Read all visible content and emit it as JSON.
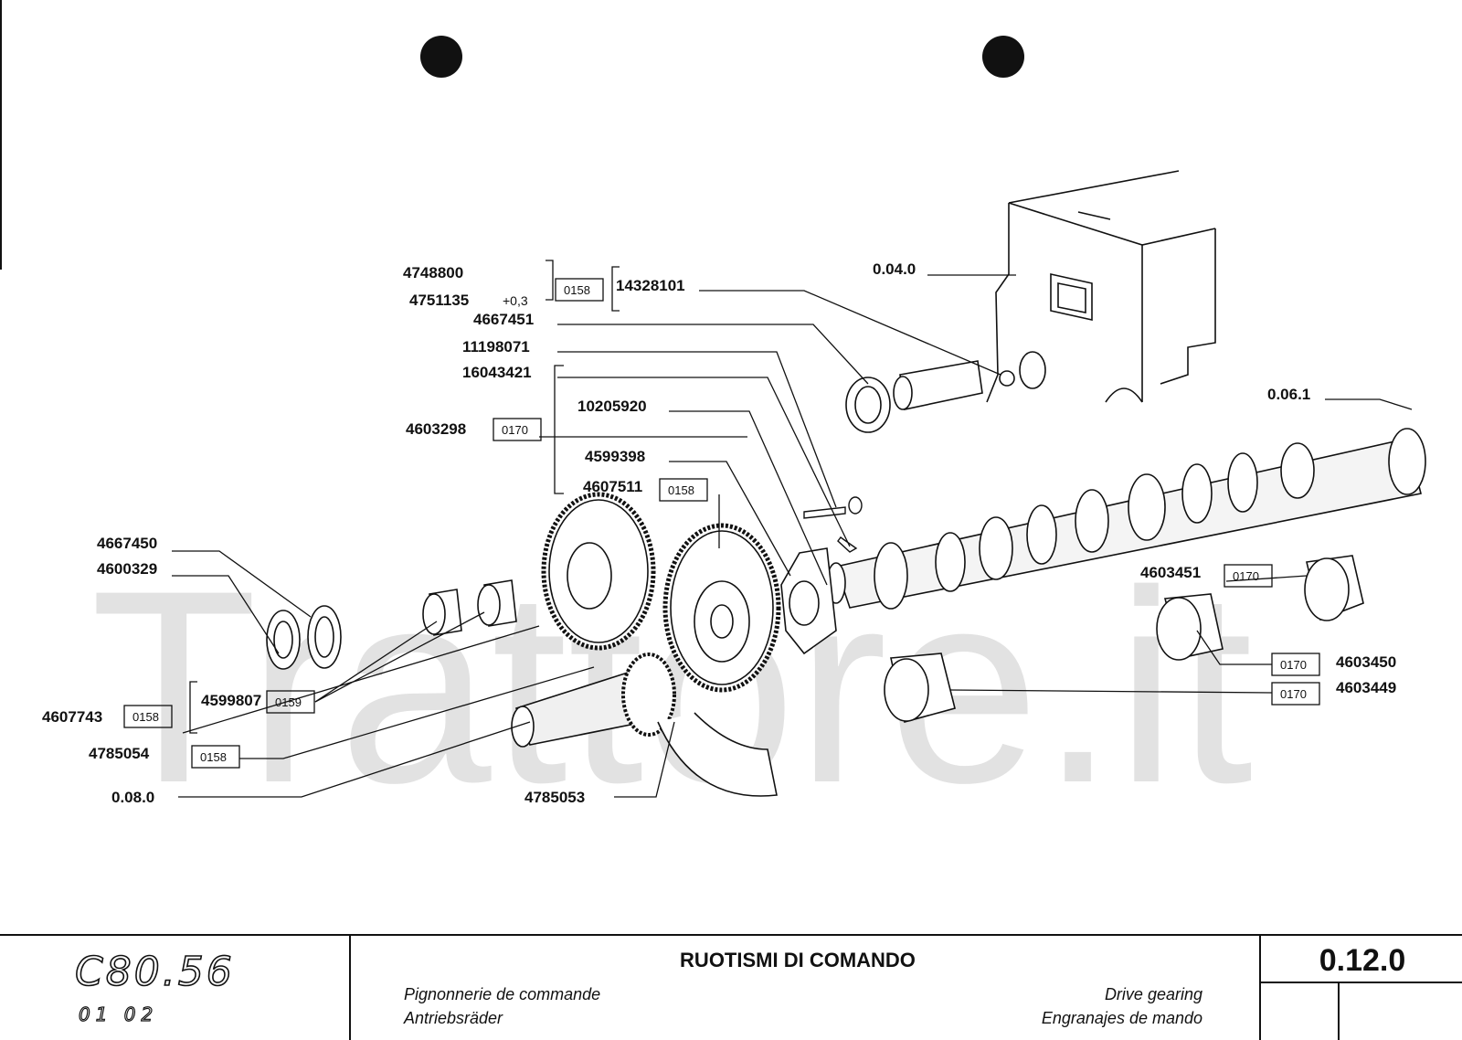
{
  "watermark": "Trattore.it",
  "callouts": {
    "p4748800": "4748800",
    "p4751135": "4751135",
    "tolerance": "+0,3",
    "p14328101": "14328101",
    "p4667451": "4667451",
    "p11198071": "11198071",
    "p16043421": "16043421",
    "p10205920": "10205920",
    "p4603298": "4603298",
    "p4599398": "4599398",
    "p4607511": "4607511",
    "p4667450": "4667450",
    "p4600329": "4600329",
    "p4599807": "4599807",
    "p4607743": "4607743",
    "p4785054": "4785054",
    "r080": "0.08.0",
    "p4785053": "4785053",
    "r040": "0.04.0",
    "r061": "0.06.1",
    "p4603451": "4603451",
    "p4603450": "4603450",
    "p4603449": "4603449"
  },
  "boxes": {
    "b1": "0158",
    "b2": "0170",
    "b3": "0158",
    "b4": "0159",
    "b5": "0158",
    "b6": "0158",
    "b7": "0170",
    "b8": "0170",
    "b9": "0170"
  },
  "footer": {
    "model": "C80.56",
    "model_sub": "01 02",
    "title": "RUOTISMI DI COMANDO",
    "fr": "Pignonnerie de commande",
    "de": "Antriebsräder",
    "en": "Drive gearing",
    "es": "Engranajes de mando",
    "code": "0.12.0"
  }
}
